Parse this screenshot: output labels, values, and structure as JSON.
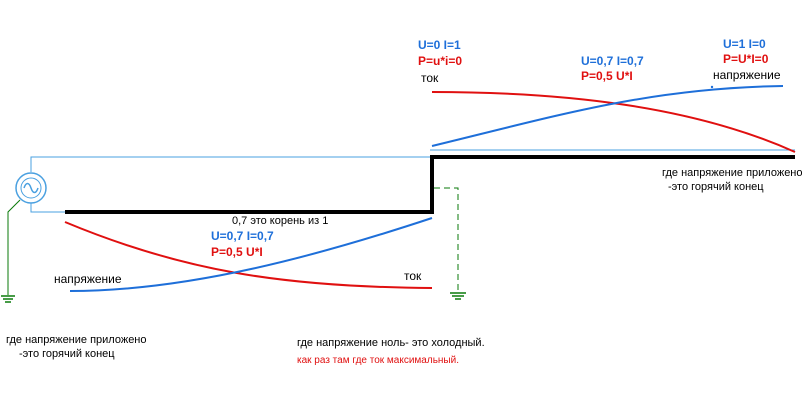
{
  "colors": {
    "voltage": "#1e6fd9",
    "current": "#e01010",
    "line": "#000000",
    "ground": "#0a7a0a",
    "wire": "#4aa0e0"
  },
  "source": {
    "icon": "ac-source-icon"
  },
  "grounds": {
    "icon": "ground-icon"
  },
  "top_left_group": {
    "ui": "U=0 I=1",
    "p": "P=u*i=0",
    "current_label": "ток"
  },
  "top_mid_group": {
    "ui": "U=0,7 I=0,7",
    "p": "P=0,5 U*I"
  },
  "top_right_group": {
    "ui": "U=1 I=0",
    "p": "P=U*I=0",
    "voltage_label": "напряжение"
  },
  "bottom_mid_group": {
    "note": "0,7 это корень из 1",
    "ui": "U=0,7 I=0,7",
    "p": "P=0,5 U*I"
  },
  "bottom_left": {
    "voltage_label": "напряжение"
  },
  "bottom_right": {
    "current_label": "ток"
  },
  "hot_end_right": {
    "line1": "где напряжение приложено",
    "line2": "-это горячий конец"
  },
  "hot_end_left": {
    "line1": "где напряжение приложено",
    "line2": "-это горячий конец"
  },
  "cold_end": {
    "line1": "где напряжение ноль- это холодный.",
    "line2": "как раз там где ток максимальный."
  }
}
